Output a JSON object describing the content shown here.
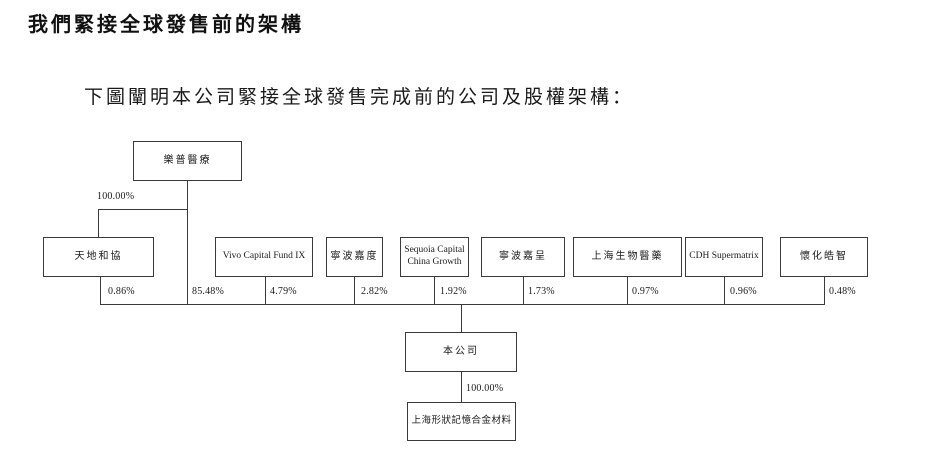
{
  "page": {
    "title": "我們緊接全球發售前的架構",
    "intro": "下圖闡明本公司緊接全球發售完成前的公司及股權架構："
  },
  "diagram": {
    "entities": {
      "parent": "樂普醫療",
      "tiandi": "天地和協",
      "vivo": "Vivo Capital Fund IX",
      "jiadu": "寧波嘉度",
      "sequoia": "Sequoia Capital China Growth",
      "jiacheng": "寧波嘉呈",
      "shanghai_bio": "上海生物醫藥",
      "cdh": "CDH Supermatrix",
      "huaihua": "懷化皓智",
      "company": "本公司",
      "subsidiary": "上海形狀記憶合金材料"
    },
    "ownership": {
      "parent_in_tiandi": "100.00%",
      "tiandi_in_company": "0.86%",
      "parent_in_company": "85.48%",
      "vivo_in_company": "4.79%",
      "jiadu_in_company": "2.82%",
      "sequoia_in_company": "1.92%",
      "jiacheng_in_company": "1.73%",
      "shanghai_bio_in_company": "0.97%",
      "cdh_in_company": "0.96%",
      "huaihua_in_company": "0.48%",
      "company_in_subsidiary": "100.00%"
    }
  }
}
